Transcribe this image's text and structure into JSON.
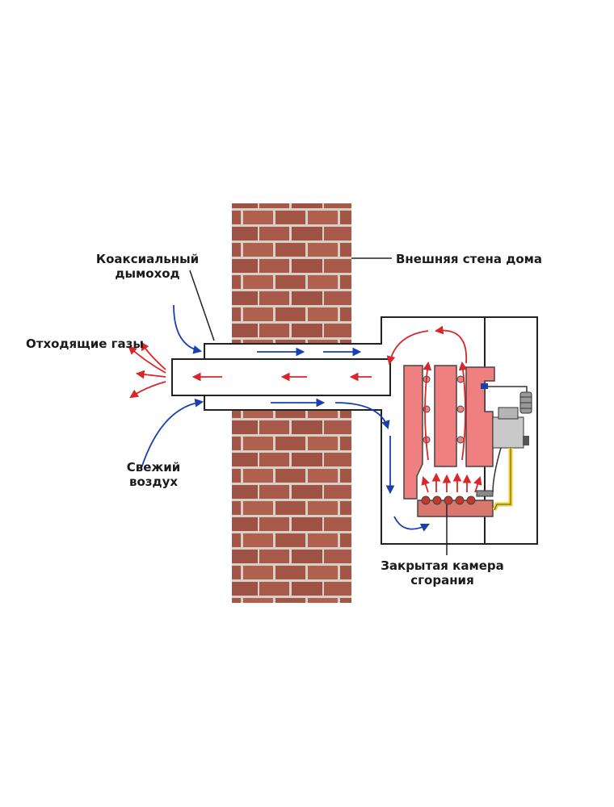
{
  "labels": {
    "coaxial_line1": "Коаксиальный",
    "coaxial_line2": "дымоход",
    "outer_wall": "Внешняя стена дома",
    "exhaust_gases": "Отходящие газы",
    "fresh_air_line1": "Свежий",
    "fresh_air_line2": "воздух",
    "chamber_line1": "Закрытая камера",
    "chamber_line2": "сгорания"
  },
  "colors": {
    "brick": "#a85a4a",
    "mortar": "#d8cfc6",
    "heat_exchanger": "#f08080",
    "burner": "#d9776e",
    "exhaust_arrow": "#d8262a",
    "air_arrow": "#1a3fb0",
    "gas_line": "#f2d21f",
    "outline": "#222222"
  },
  "icons": {
    "gas_valve": "gas-valve-icon",
    "spring_sensor": "sensor-icon"
  }
}
